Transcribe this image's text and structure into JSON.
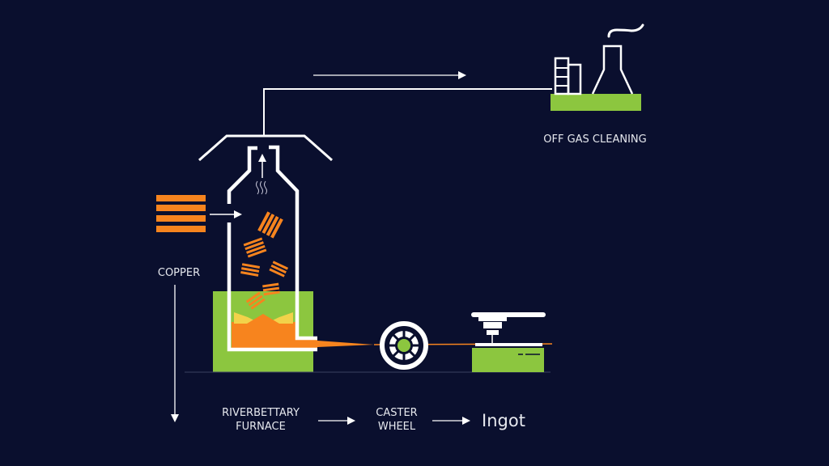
{
  "diagram": {
    "labels": {
      "off_gas": "OFF GAS CLEANING",
      "copper": "COPPER",
      "furnace_line1": "RIVERBETTARY",
      "furnace_line2": "FURNACE",
      "caster_line1": "CASTER",
      "caster_line2": "WHEEL",
      "ingot": "Ingot"
    },
    "colors": {
      "background": "#0a0f2e",
      "green": "#8cc63f",
      "orange": "#f7841e",
      "yellow": "#f2d24a",
      "line": "#ffffff"
    }
  }
}
